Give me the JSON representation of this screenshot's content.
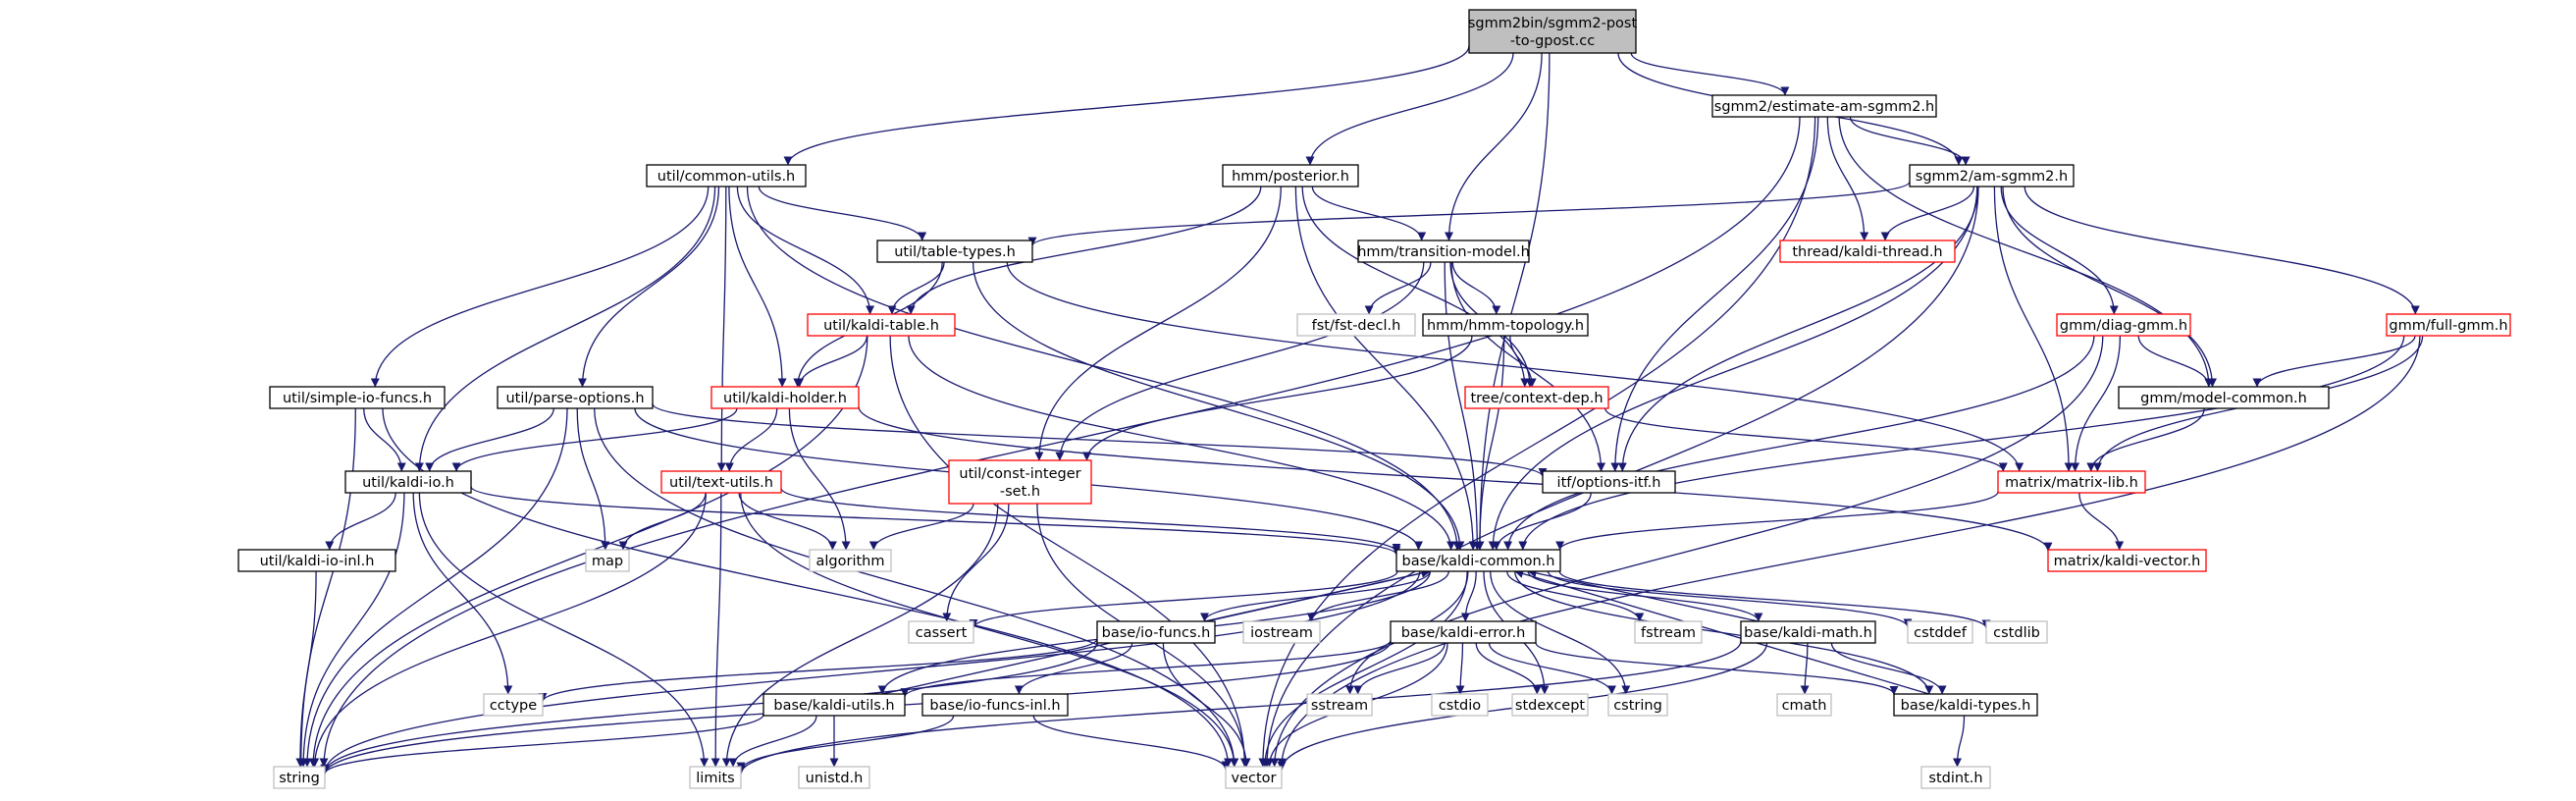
{
  "colors": {
    "edge": "#191970",
    "border_normal": "#000000",
    "border_truncated": "#ff0000",
    "border_system": "#bfbfbf",
    "root_fill": "#bfbfbf",
    "node_fill": "#ffffff"
  },
  "nodes": [
    {
      "id": "root",
      "lines": [
        "sgmm2bin/sgmm2-post",
        "-to-gpost.cc"
      ],
      "kind": "root"
    },
    {
      "id": "estimate",
      "lines": [
        "sgmm2/estimate-am-sgmm2.h"
      ],
      "kind": "normal"
    },
    {
      "id": "common_utils",
      "lines": [
        "util/common-utils.h"
      ],
      "kind": "normal"
    },
    {
      "id": "posterior",
      "lines": [
        "hmm/posterior.h"
      ],
      "kind": "normal"
    },
    {
      "id": "am_sgmm2",
      "lines": [
        "sgmm2/am-sgmm2.h"
      ],
      "kind": "normal"
    },
    {
      "id": "table_types",
      "lines": [
        "util/table-types.h"
      ],
      "kind": "normal"
    },
    {
      "id": "transition",
      "lines": [
        "hmm/transition-model.h"
      ],
      "kind": "normal"
    },
    {
      "id": "kaldi_thread",
      "lines": [
        "thread/kaldi-thread.h"
      ],
      "kind": "truncated"
    },
    {
      "id": "kaldi_table",
      "lines": [
        "util/kaldi-table.h"
      ],
      "kind": "truncated"
    },
    {
      "id": "fst_decl",
      "lines": [
        "fst/fst-decl.h"
      ],
      "kind": "system"
    },
    {
      "id": "diag_gmm",
      "lines": [
        "gmm/diag-gmm.h"
      ],
      "kind": "truncated"
    },
    {
      "id": "full_gmm",
      "lines": [
        "gmm/full-gmm.h"
      ],
      "kind": "truncated"
    },
    {
      "id": "hmm_topology",
      "lines": [
        "hmm/hmm-topology.h"
      ],
      "kind": "normal"
    },
    {
      "id": "simple_io",
      "lines": [
        "util/simple-io-funcs.h"
      ],
      "kind": "normal"
    },
    {
      "id": "parse_options",
      "lines": [
        "util/parse-options.h"
      ],
      "kind": "normal"
    },
    {
      "id": "kaldi_holder",
      "lines": [
        "util/kaldi-holder.h"
      ],
      "kind": "truncated"
    },
    {
      "id": "context_dep",
      "lines": [
        "tree/context-dep.h"
      ],
      "kind": "truncated"
    },
    {
      "id": "model_common",
      "lines": [
        "gmm/model-common.h"
      ],
      "kind": "normal"
    },
    {
      "id": "const_integer",
      "lines": [
        "util/const-integer",
        "-set.h"
      ],
      "kind": "truncated"
    },
    {
      "id": "kaldi_io",
      "lines": [
        "util/kaldi-io.h"
      ],
      "kind": "normal"
    },
    {
      "id": "text_utils",
      "lines": [
        "util/text-utils.h"
      ],
      "kind": "truncated"
    },
    {
      "id": "options_itf",
      "lines": [
        "itf/options-itf.h"
      ],
      "kind": "normal"
    },
    {
      "id": "matrix_lib",
      "lines": [
        "matrix/matrix-lib.h"
      ],
      "kind": "truncated"
    },
    {
      "id": "map",
      "lines": [
        "map"
      ],
      "kind": "system"
    },
    {
      "id": "kaldi_io_inl",
      "lines": [
        "util/kaldi-io-inl.h"
      ],
      "kind": "normal"
    },
    {
      "id": "algorithm",
      "lines": [
        "algorithm"
      ],
      "kind": "system"
    },
    {
      "id": "kaldi_common",
      "lines": [
        "base/kaldi-common.h"
      ],
      "kind": "normal"
    },
    {
      "id": "kaldi_vector",
      "lines": [
        "matrix/kaldi-vector.h"
      ],
      "kind": "truncated"
    },
    {
      "id": "cassert",
      "lines": [
        "cassert"
      ],
      "kind": "system"
    },
    {
      "id": "io_funcs",
      "lines": [
        "base/io-funcs.h"
      ],
      "kind": "normal"
    },
    {
      "id": "iostream",
      "lines": [
        "iostream"
      ],
      "kind": "system"
    },
    {
      "id": "kaldi_error",
      "lines": [
        "base/kaldi-error.h"
      ],
      "kind": "normal"
    },
    {
      "id": "fstream",
      "lines": [
        "fstream"
      ],
      "kind": "system"
    },
    {
      "id": "kaldi_math",
      "lines": [
        "base/kaldi-math.h"
      ],
      "kind": "normal"
    },
    {
      "id": "cstddef",
      "lines": [
        "cstddef"
      ],
      "kind": "system"
    },
    {
      "id": "cstdlib",
      "lines": [
        "cstdlib"
      ],
      "kind": "system"
    },
    {
      "id": "cctype",
      "lines": [
        "cctype"
      ],
      "kind": "system"
    },
    {
      "id": "kaldi_utils",
      "lines": [
        "base/kaldi-utils.h"
      ],
      "kind": "normal"
    },
    {
      "id": "io_funcs_inl",
      "lines": [
        "base/io-funcs-inl.h"
      ],
      "kind": "normal"
    },
    {
      "id": "sstream",
      "lines": [
        "sstream"
      ],
      "kind": "system"
    },
    {
      "id": "cstdio",
      "lines": [
        "cstdio"
      ],
      "kind": "system"
    },
    {
      "id": "stdexcept",
      "lines": [
        "stdexcept"
      ],
      "kind": "system"
    },
    {
      "id": "cstring",
      "lines": [
        "cstring"
      ],
      "kind": "system"
    },
    {
      "id": "cmath",
      "lines": [
        "cmath"
      ],
      "kind": "system"
    },
    {
      "id": "kaldi_types",
      "lines": [
        "base/kaldi-types.h"
      ],
      "kind": "normal"
    },
    {
      "id": "string",
      "lines": [
        "string"
      ],
      "kind": "system"
    },
    {
      "id": "limits",
      "lines": [
        "limits"
      ],
      "kind": "system"
    },
    {
      "id": "unistd",
      "lines": [
        "unistd.h"
      ],
      "kind": "system"
    },
    {
      "id": "vector",
      "lines": [
        "vector"
      ],
      "kind": "system"
    },
    {
      "id": "stdint",
      "lines": [
        "stdint.h"
      ],
      "kind": "system"
    }
  ],
  "edges": [
    [
      "root",
      "estimate"
    ],
    [
      "root",
      "common_utils"
    ],
    [
      "root",
      "posterior"
    ],
    [
      "root",
      "am_sgmm2"
    ],
    [
      "root",
      "transition"
    ],
    [
      "root",
      "kaldi_common"
    ],
    [
      "estimate",
      "am_sgmm2"
    ],
    [
      "estimate",
      "kaldi_thread"
    ],
    [
      "estimate",
      "options_itf"
    ],
    [
      "estimate",
      "model_common"
    ],
    [
      "estimate",
      "string"
    ],
    [
      "estimate",
      "vector"
    ],
    [
      "common_utils",
      "table_types"
    ],
    [
      "common_utils",
      "kaldi_table"
    ],
    [
      "common_utils",
      "simple_io"
    ],
    [
      "common_utils",
      "parse_options"
    ],
    [
      "common_utils",
      "kaldi_holder"
    ],
    [
      "common_utils",
      "kaldi_io"
    ],
    [
      "common_utils",
      "text_utils"
    ],
    [
      "common_utils",
      "kaldi_common"
    ],
    [
      "posterior",
      "transition"
    ],
    [
      "posterior",
      "kaldi_table"
    ],
    [
      "posterior",
      "const_integer"
    ],
    [
      "posterior",
      "context_dep"
    ],
    [
      "posterior",
      "kaldi_common"
    ],
    [
      "am_sgmm2",
      "table_types"
    ],
    [
      "am_sgmm2",
      "kaldi_thread"
    ],
    [
      "am_sgmm2",
      "diag_gmm"
    ],
    [
      "am_sgmm2",
      "full_gmm"
    ],
    [
      "am_sgmm2",
      "model_common"
    ],
    [
      "am_sgmm2",
      "matrix_lib"
    ],
    [
      "am_sgmm2",
      "options_itf"
    ],
    [
      "am_sgmm2",
      "kaldi_common"
    ],
    [
      "am_sgmm2",
      "vector"
    ],
    [
      "table_types",
      "kaldi_table"
    ],
    [
      "table_types",
      "kaldi_holder"
    ],
    [
      "table_types",
      "matrix_lib"
    ],
    [
      "table_types",
      "kaldi_common"
    ],
    [
      "transition",
      "fst_decl"
    ],
    [
      "transition",
      "hmm_topology"
    ],
    [
      "transition",
      "context_dep"
    ],
    [
      "transition",
      "const_integer"
    ],
    [
      "transition",
      "options_itf"
    ],
    [
      "transition",
      "kaldi_common"
    ],
    [
      "kaldi_table",
      "kaldi_holder"
    ],
    [
      "kaldi_table",
      "kaldi_common"
    ],
    [
      "kaldi_table",
      "string"
    ],
    [
      "kaldi_table",
      "vector"
    ],
    [
      "diag_gmm",
      "model_common"
    ],
    [
      "diag_gmm",
      "matrix_lib"
    ],
    [
      "diag_gmm",
      "kaldi_common"
    ],
    [
      "diag_gmm",
      "vector"
    ],
    [
      "full_gmm",
      "model_common"
    ],
    [
      "full_gmm",
      "matrix_lib"
    ],
    [
      "full_gmm",
      "kaldi_common"
    ],
    [
      "full_gmm",
      "vector"
    ],
    [
      "hmm_topology",
      "context_dep"
    ],
    [
      "hmm_topology",
      "const_integer"
    ],
    [
      "hmm_topology",
      "kaldi_common"
    ],
    [
      "simple_io",
      "kaldi_io"
    ],
    [
      "simple_io",
      "string"
    ],
    [
      "simple_io",
      "vector"
    ],
    [
      "parse_options",
      "kaldi_io"
    ],
    [
      "parse_options",
      "options_itf"
    ],
    [
      "parse_options",
      "map"
    ],
    [
      "parse_options",
      "string"
    ],
    [
      "parse_options",
      "vector"
    ],
    [
      "parse_options",
      "kaldi_common"
    ],
    [
      "kaldi_holder",
      "kaldi_io"
    ],
    [
      "kaldi_holder",
      "text_utils"
    ],
    [
      "kaldi_holder",
      "kaldi_vector"
    ],
    [
      "kaldi_holder",
      "algorithm"
    ],
    [
      "context_dep",
      "matrix_lib"
    ],
    [
      "model_common",
      "matrix_lib"
    ],
    [
      "const_integer",
      "algorithm"
    ],
    [
      "const_integer",
      "cassert"
    ],
    [
      "const_integer",
      "limits"
    ],
    [
      "const_integer",
      "vector"
    ],
    [
      "kaldi_io",
      "kaldi_io_inl"
    ],
    [
      "kaldi_io",
      "kaldi_common"
    ],
    [
      "kaldi_io",
      "cctype"
    ],
    [
      "kaldi_io",
      "limits"
    ],
    [
      "kaldi_io",
      "string"
    ],
    [
      "text_utils",
      "kaldi_common"
    ],
    [
      "text_utils",
      "map"
    ],
    [
      "text_utils",
      "algorithm"
    ],
    [
      "text_utils",
      "limits"
    ],
    [
      "text_utils",
      "string"
    ],
    [
      "text_utils",
      "vector"
    ],
    [
      "options_itf",
      "kaldi_common"
    ],
    [
      "matrix_lib",
      "kaldi_common"
    ],
    [
      "matrix_lib",
      "kaldi_vector"
    ],
    [
      "kaldi_io_inl",
      "string"
    ],
    [
      "kaldi_common",
      "cassert"
    ],
    [
      "kaldi_common",
      "io_funcs"
    ],
    [
      "kaldi_common",
      "iostream"
    ],
    [
      "kaldi_common",
      "kaldi_error"
    ],
    [
      "kaldi_common",
      "fstream"
    ],
    [
      "kaldi_common",
      "kaldi_math"
    ],
    [
      "kaldi_common",
      "cstddef"
    ],
    [
      "kaldi_common",
      "cstdlib"
    ],
    [
      "kaldi_common",
      "kaldi_utils"
    ],
    [
      "kaldi_common",
      "sstream"
    ],
    [
      "kaldi_common",
      "stdexcept"
    ],
    [
      "kaldi_common",
      "cstring"
    ],
    [
      "kaldi_common",
      "kaldi_types"
    ],
    [
      "kaldi_common",
      "string"
    ],
    [
      "kaldi_common",
      "vector"
    ],
    [
      "io_funcs",
      "kaldi_common"
    ],
    [
      "io_funcs",
      "io_funcs_inl"
    ],
    [
      "io_funcs",
      "cctype"
    ],
    [
      "io_funcs",
      "string"
    ],
    [
      "io_funcs",
      "vector"
    ],
    [
      "kaldi_error",
      "kaldi_utils"
    ],
    [
      "kaldi_error",
      "sstream"
    ],
    [
      "kaldi_error",
      "cstdio"
    ],
    [
      "kaldi_error",
      "stdexcept"
    ],
    [
      "kaldi_error",
      "cstring"
    ],
    [
      "kaldi_error",
      "kaldi_types"
    ],
    [
      "kaldi_error",
      "string"
    ],
    [
      "kaldi_error",
      "vector"
    ],
    [
      "kaldi_math",
      "kaldi_common"
    ],
    [
      "kaldi_math",
      "kaldi_types"
    ],
    [
      "kaldi_math",
      "cmath"
    ],
    [
      "kaldi_math",
      "limits"
    ],
    [
      "kaldi_math",
      "vector"
    ],
    [
      "kaldi_utils",
      "kaldi_common"
    ],
    [
      "kaldi_utils",
      "string"
    ],
    [
      "kaldi_utils",
      "limits"
    ],
    [
      "kaldi_utils",
      "unistd"
    ],
    [
      "io_funcs_inl",
      "limits"
    ],
    [
      "io_funcs_inl",
      "vector"
    ],
    [
      "kaldi_types",
      "kaldi_common"
    ],
    [
      "kaldi_types",
      "stdint"
    ]
  ]
}
